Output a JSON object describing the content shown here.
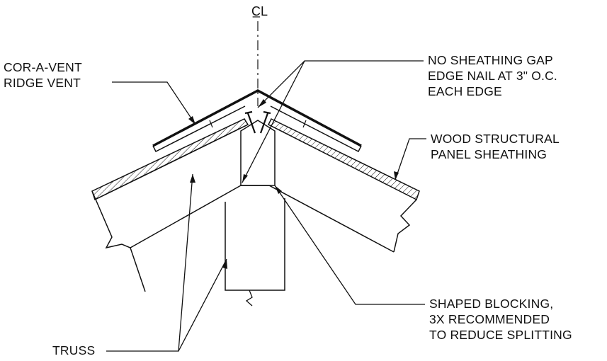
{
  "centerline_symbol": "C̲L",
  "labels": {
    "ridge_vent": [
      "COR-A-VENT",
      "RIDGE VENT"
    ],
    "sheathing_gap": [
      "NO SHEATHING GAP",
      "EDGE NAIL AT 3\" O.C.",
      "EACH EDGE"
    ],
    "sheathing": [
      "WOOD STRUCTURAL",
      "PANEL SHEATHING"
    ],
    "blocking": [
      "SHAPED BLOCKING,",
      "3X RECOMMENDED",
      "TO REDUCE SPLITTING"
    ],
    "truss": "TRUSS"
  },
  "colors": {
    "line": "#111111",
    "background": "#ffffff"
  }
}
